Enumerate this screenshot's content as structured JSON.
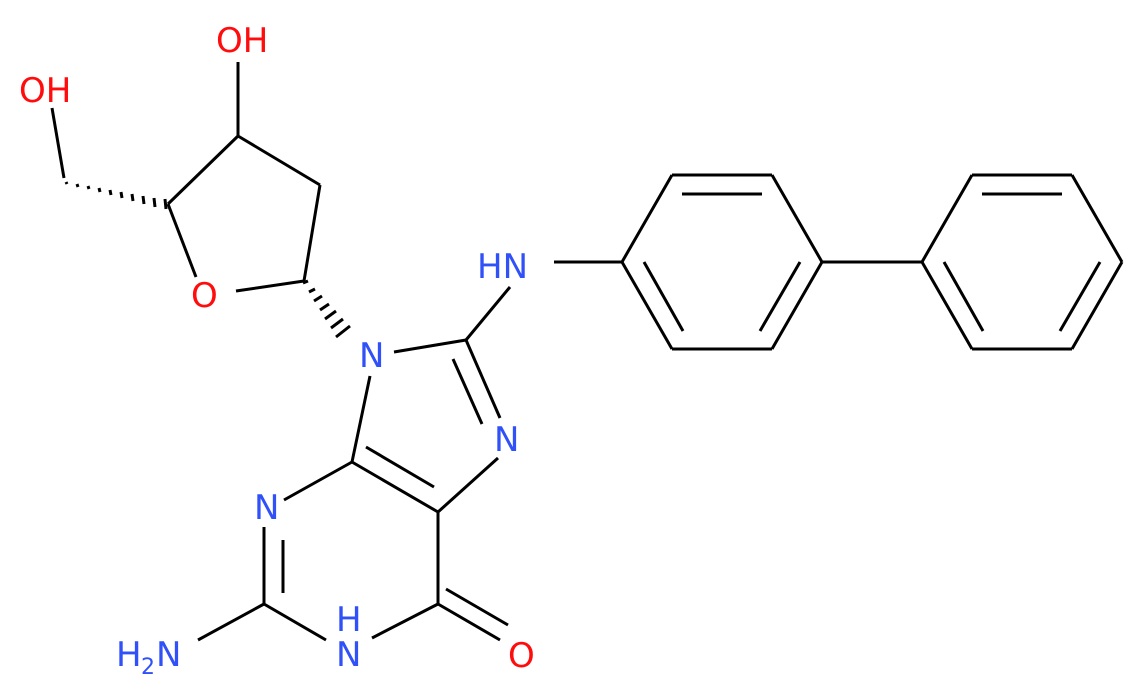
{
  "colors": {
    "bond": "#000000",
    "nitrogen": "#3050F8",
    "oxygen": "#FF0D0D",
    "background": "#FFFFFF"
  },
  "atoms": {
    "oh_hydroxymethyl": "OH",
    "oh_ring": "OH",
    "o_ring": "O",
    "n9": "N",
    "nh_amino": "HN",
    "n7": "N",
    "n3": "N",
    "n1_n": "N",
    "n1_h": "H",
    "nh2_n": "H",
    "nh2_sub": "2",
    "nh2_tail": "N",
    "carbonyl_o": "O"
  }
}
